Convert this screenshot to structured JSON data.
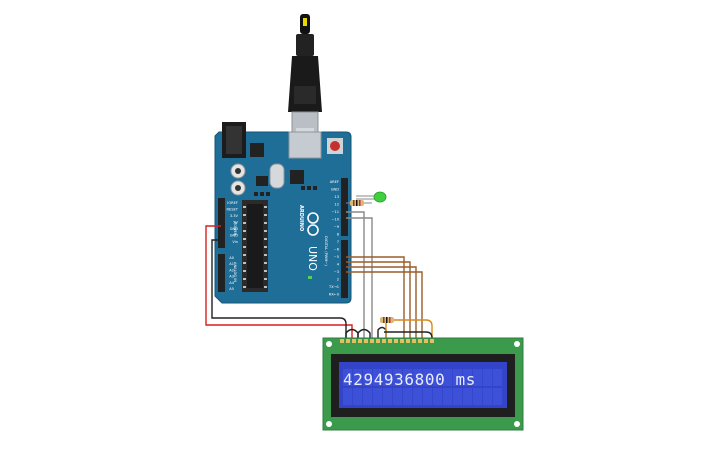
{
  "board": {
    "brand": "ARDUINO",
    "model": "UNO",
    "digital_header_label": "DIGITAL (PWM~)",
    "power_header_label": "POWER",
    "analog_header_label": "ANALOG IN",
    "digital_pins": [
      "AREF",
      "GND",
      "13",
      "12",
      "~11",
      "~10",
      "~9",
      "8",
      "7",
      "~6",
      "~5",
      "4",
      "~3",
      "2",
      "TX→1",
      "RX←0"
    ],
    "power_pins": [
      "IOREF",
      "RESET",
      "3.3V",
      "5V",
      "GND",
      "GND",
      "Vin"
    ],
    "analog_pins": [
      "A0",
      "A1",
      "A2",
      "A3",
      "A4",
      "A5"
    ]
  },
  "lcd": {
    "display_text": "4294936800 ms",
    "columns": 16,
    "rows": 2
  },
  "colors": {
    "board": "#1f6e98",
    "lcd_pcb": "#3c9a4c",
    "lcd_screen": "#3344c8",
    "wire_red": "#d81f1f",
    "wire_black": "#222222",
    "wire_gray": "#8a8a8a",
    "wire_brown": "#9a5d2a",
    "wire_orange": "#d88a1c",
    "led_green": "#3fcf3f"
  },
  "components": {
    "led_icon": "green-led-icon",
    "resistor_icon": "resistor-icon",
    "usb_icon": "usb-cable-icon"
  }
}
